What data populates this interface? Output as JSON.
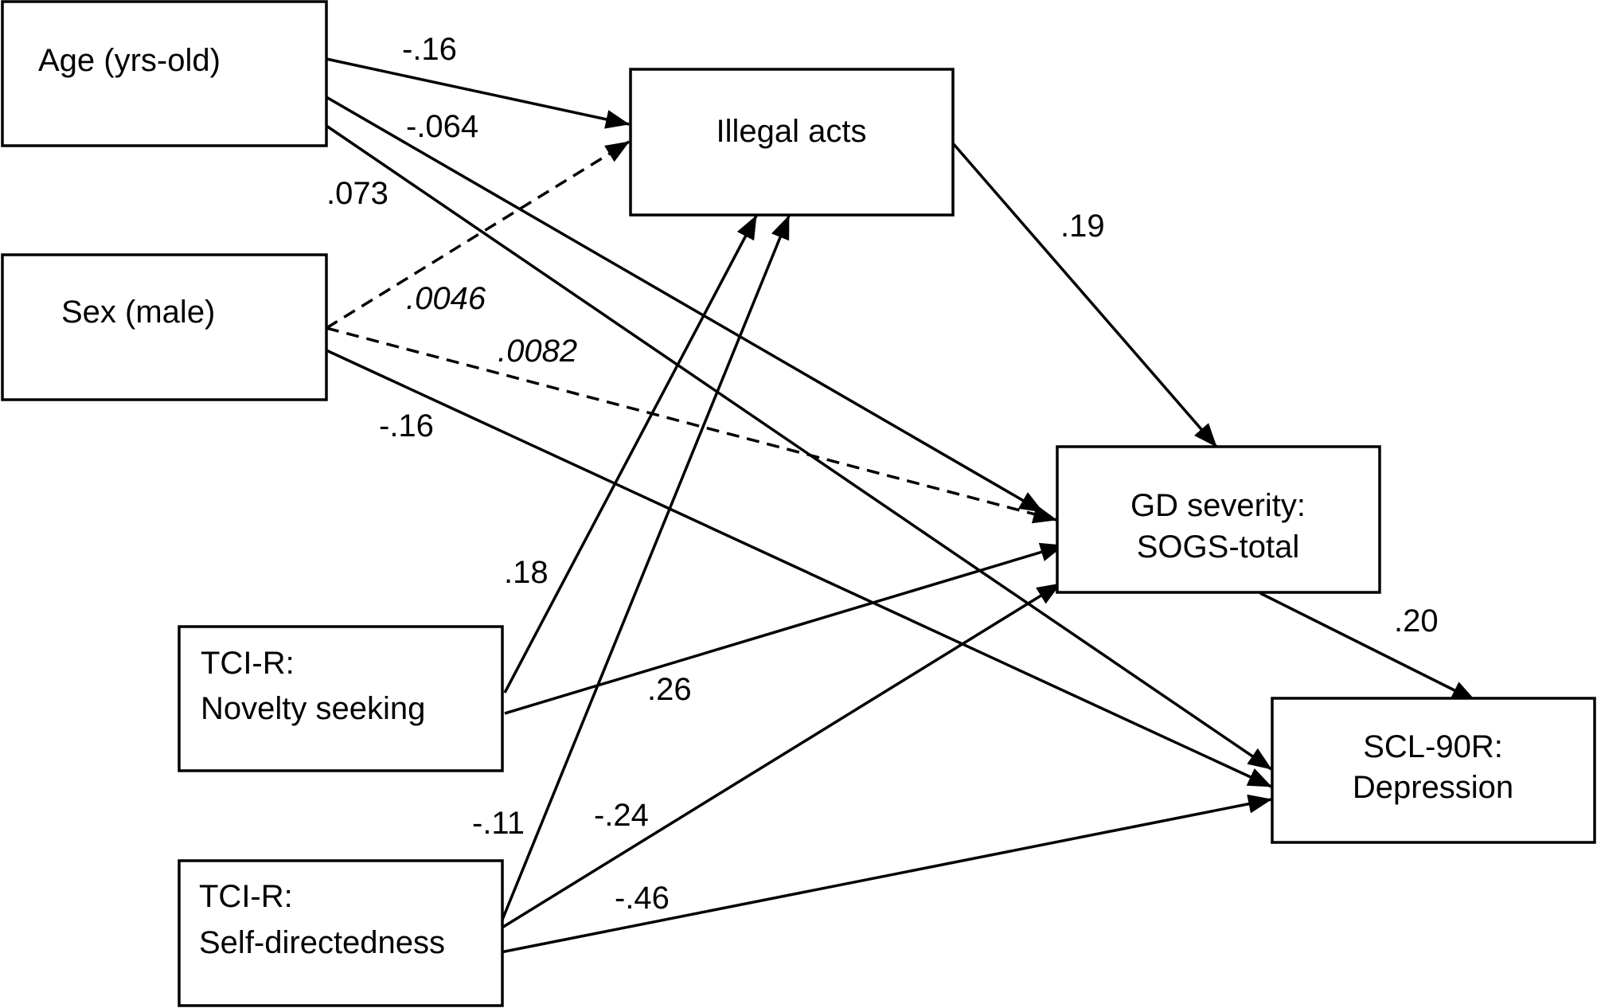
{
  "nodes": {
    "age": {
      "lines": [
        "Age (yrs-old)"
      ]
    },
    "sex": {
      "lines": [
        "Sex (male)"
      ]
    },
    "illegal": {
      "lines": [
        "Illegal acts"
      ]
    },
    "gd": {
      "lines": [
        "GD severity:",
        "SOGS-total"
      ]
    },
    "scl": {
      "lines": [
        "SCL-90R:",
        "Depression"
      ]
    },
    "ns": {
      "lines": [
        "TCI-R:",
        "Novelty seeking"
      ]
    },
    "sd": {
      "lines": [
        "TCI-R:",
        "Self-directedness"
      ]
    }
  },
  "edges": [
    {
      "id": "age-illegal",
      "from": "age",
      "to": "illegal",
      "label": "-.16",
      "style": "solid"
    },
    {
      "id": "age-gd",
      "from": "age",
      "to": "gd",
      "label": "-.064",
      "style": "solid"
    },
    {
      "id": "age-scl",
      "from": "age",
      "to": "scl",
      "label": ".073",
      "style": "solid"
    },
    {
      "id": "sex-illegal",
      "from": "sex",
      "to": "illegal",
      "label": ".0046",
      "style": "dashed"
    },
    {
      "id": "sex-gd",
      "from": "sex",
      "to": "gd",
      "label": ".0082",
      "style": "dashed"
    },
    {
      "id": "sex-scl",
      "from": "sex",
      "to": "scl",
      "label": "-.16",
      "style": "solid"
    },
    {
      "id": "illegal-gd",
      "from": "illegal",
      "to": "gd",
      "label": ".19",
      "style": "solid"
    },
    {
      "id": "gd-scl",
      "from": "gd",
      "to": "scl",
      "label": ".20",
      "style": "solid"
    },
    {
      "id": "ns-illegal",
      "from": "ns",
      "to": "illegal",
      "label": ".18",
      "style": "solid"
    },
    {
      "id": "ns-gd",
      "from": "ns",
      "to": "gd",
      "label": ".26",
      "style": "solid"
    },
    {
      "id": "sd-illegal",
      "from": "sd",
      "to": "illegal",
      "label": "-.11",
      "style": "solid"
    },
    {
      "id": "sd-gd",
      "from": "sd",
      "to": "gd",
      "label": "-.24",
      "style": "solid"
    },
    {
      "id": "sd-scl",
      "from": "sd",
      "to": "scl",
      "label": "-.46",
      "style": "solid"
    }
  ]
}
